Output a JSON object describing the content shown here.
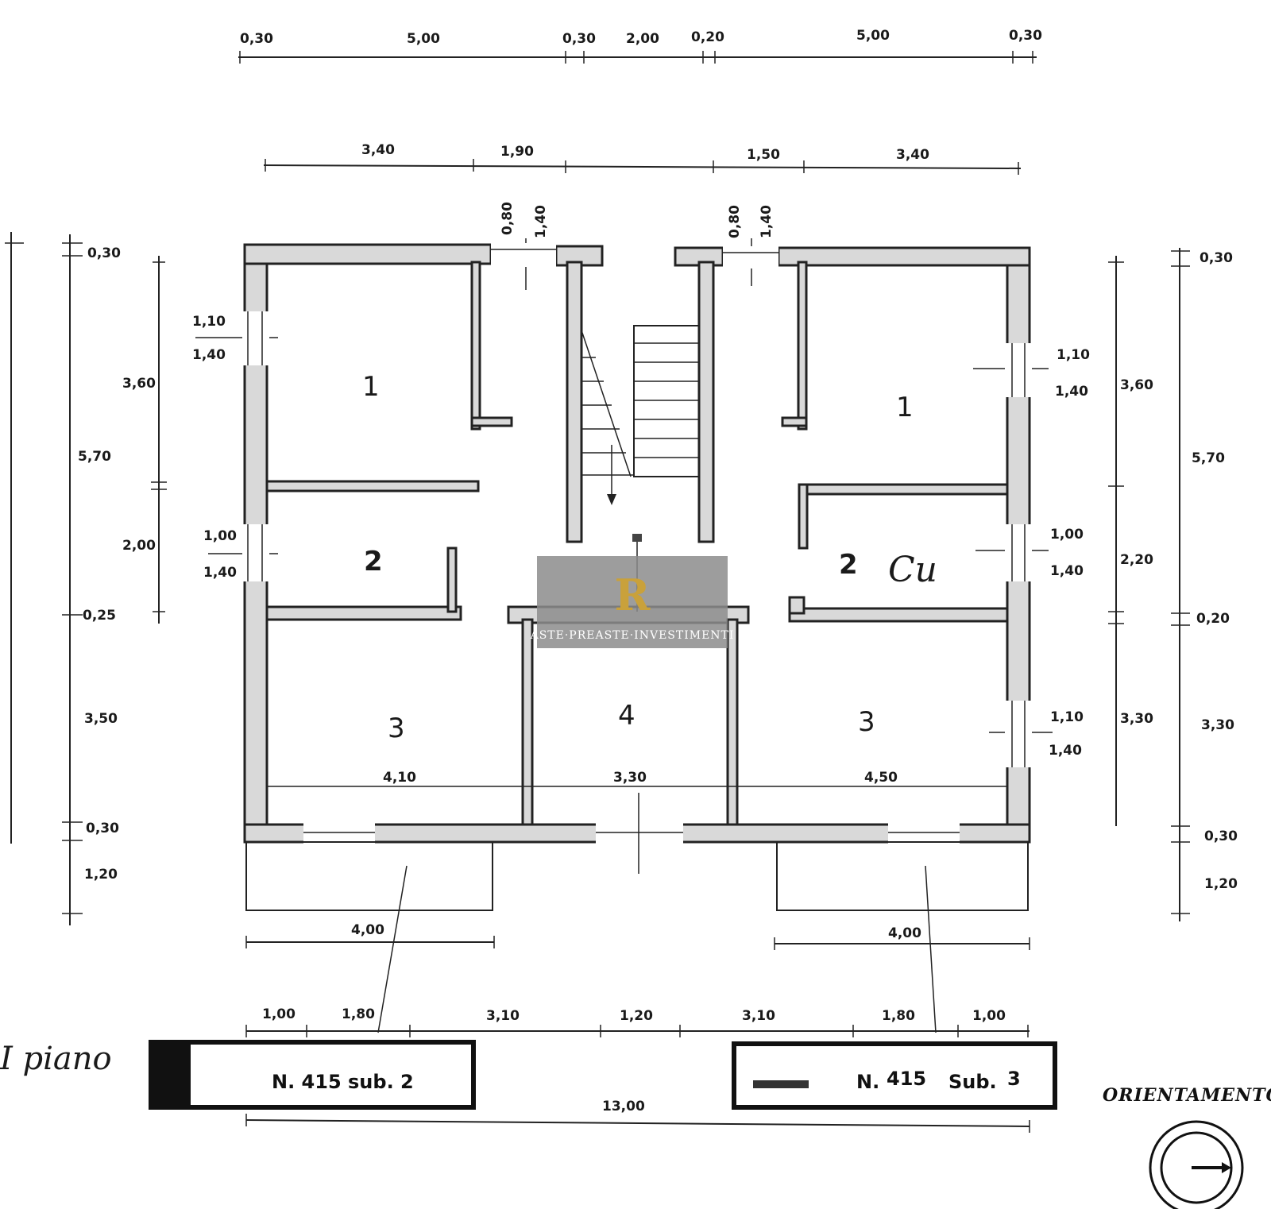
{
  "top_dims_outer": [
    "0,30",
    "5,00",
    "0,30",
    "2,00",
    "0,20",
    "5,00",
    "0,30"
  ],
  "top_dims_inner": [
    "3,40",
    "1,90",
    "1,50",
    "3,40"
  ],
  "window_dims_top": {
    "left": [
      "0,80",
      "1,40"
    ],
    "right": [
      "0,80",
      "1,40"
    ]
  },
  "left_dims_outer": [
    "0,30",
    "5,70",
    "0,25",
    "3,50",
    "0,30",
    "1,20"
  ],
  "left_dims_inner": [
    "3,60",
    "2,00"
  ],
  "right_dims_inner": [
    "3,60",
    "2,20",
    "3,30"
  ],
  "right_dims_outer": [
    "0,30",
    "5,70",
    "0,20",
    "3,30",
    "0,30",
    "1,20"
  ],
  "window_dims_left": [
    {
      "w": "1,10",
      "h": "1,40"
    },
    {
      "w": "1,00",
      "h": "1,40"
    }
  ],
  "window_dims_right": [
    {
      "w": "1,10",
      "h": "1,40"
    },
    {
      "w": "1,00",
      "h": "1,40"
    },
    {
      "w": "1,10",
      "h": "1,40"
    }
  ],
  "room_labels_left": [
    "1",
    "2",
    "3"
  ],
  "room_labels_right": [
    "1",
    "2",
    "3"
  ],
  "center_room_label": "4",
  "right_cu_label": "Cu",
  "bottom_room_widths": [
    "4,10",
    "3,30",
    "4,50"
  ],
  "balcony_widths": [
    "4,00",
    "4,00"
  ],
  "bottom_dims": [
    "1,00",
    "1,80",
    "3,10",
    "1,20",
    "3,10",
    "1,80",
    "1,00"
  ],
  "total_width": "13,00",
  "left_handwritten": "I piano",
  "left_box_text": "N. 415 sub. 2",
  "right_box_text": {
    "prefix": "N.",
    "number": "415",
    "sub_label": "Sub.",
    "sub_number": "3"
  },
  "orientation_label": "ORIENTAMENTO",
  "watermark": {
    "logo": "R",
    "text": "ASTE·PREASTE·INVESTIMENTI"
  },
  "colors": {
    "ink": "#1a1a1a",
    "wall_fill": "#d9d9d9",
    "watermark_bg": "#8c8c8c",
    "watermark_gold": "#c9a13b"
  }
}
